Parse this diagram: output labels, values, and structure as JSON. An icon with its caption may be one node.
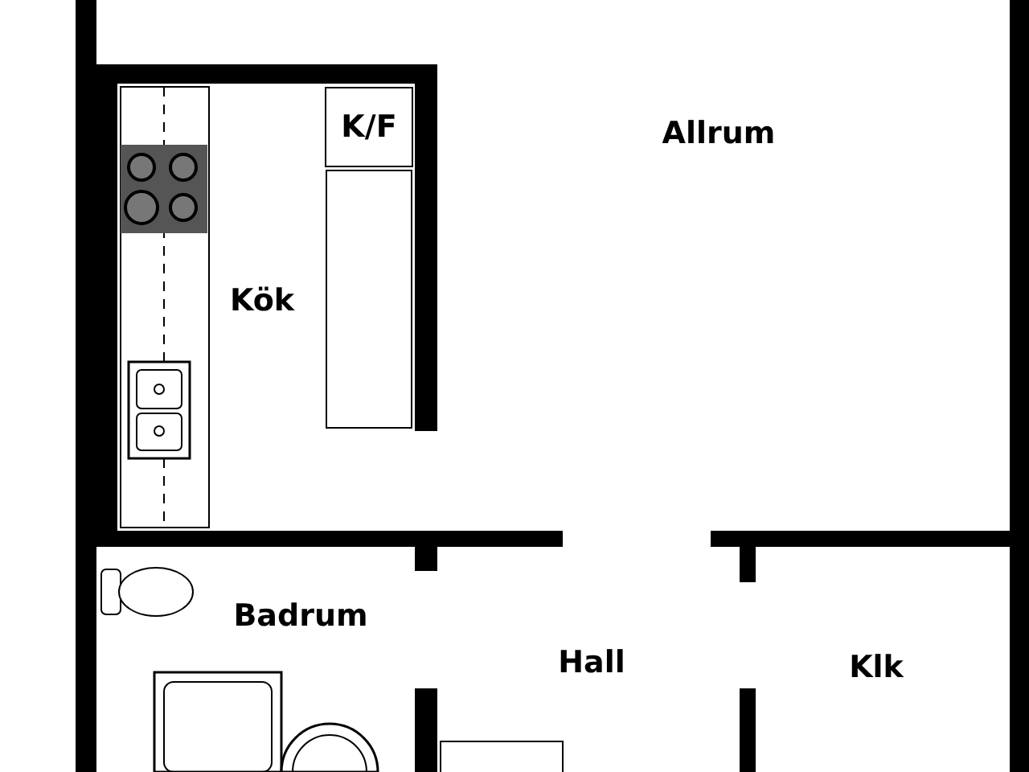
{
  "diagram": {
    "nodes": [
      {
        "text": [
          "K/F"
        ]
      },
      {
        "text": [],
        "shape": "box"
      },
      {
        "text": [],
        "shape": "box"
      }
    ],
    "labels": [
      "Allrum",
      "Kök",
      "Badrum",
      "Hall",
      "Klk"
    ]
  }
}
